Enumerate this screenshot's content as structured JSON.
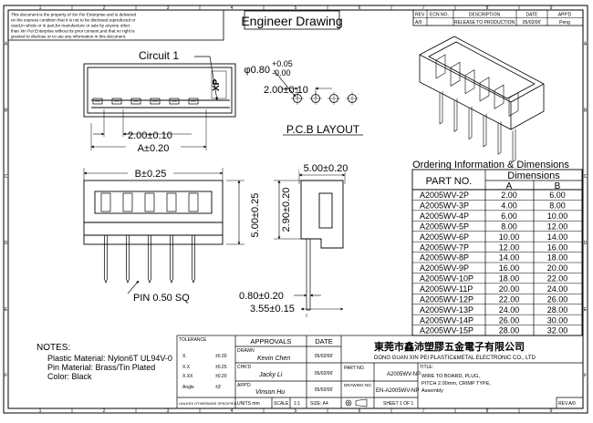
{
  "border": {
    "cols": [
      "1",
      "2",
      "3",
      "4",
      "5",
      "6",
      "7",
      "8",
      "9"
    ],
    "rows": [
      "A",
      "B",
      "C",
      "D",
      "E",
      "F"
    ]
  },
  "disclaimer": [
    "This document is the property of Xin Pei Enterprise and is delivered",
    "on the express condition that it is not to be disclosed,reproduced or",
    "used,in whole or in part,for manufacture or sale by anyone other",
    "than Xin Pei Enterprise without its prior consent,and that no right is",
    "granted to disclose or to use any information in this document."
  ],
  "title": "Engineer Drawing",
  "revision": {
    "headers": [
      "REV",
      "ECN NO.",
      "DESCRIPTION",
      "DATE",
      "APP'D"
    ],
    "rows": [
      [
        "A/0",
        "",
        "RELEASE TO PRODUCTION",
        "05/02/06'",
        "Peng"
      ]
    ]
  },
  "drawing_labels": {
    "circuit": "Circuit 1",
    "pitch_top": "2.00±0.10",
    "a_dim": "A±0.20",
    "hole": "φ0.80",
    "hole_tol_plus": "+0.05",
    "hole_tol_minus": "-0.00",
    "pcb_pitch": "2.00±0.10",
    "pcb_layout": "P.C.B LAYOUT",
    "b_dim": "B±0.25",
    "width_side": "5.00±0.20",
    "height_front": "5.00±0.25",
    "height_side": "2.90±0.20",
    "pin": "PIN 0.50 SQ",
    "side_bottom1": "0.80±0.20",
    "side_bottom2": "3.55±0.15",
    "logo": "XP"
  },
  "ordering": {
    "title": "Ordering Information & Dimensions",
    "part_header": "PART NO.",
    "dim_header": "Dimensions",
    "col_a": "A",
    "col_b": "B",
    "rows": [
      [
        "A2005WV-2P",
        "2.00",
        "6.00"
      ],
      [
        "A2005WV-3P",
        "4.00",
        "8.00"
      ],
      [
        "A2005WV-4P",
        "6.00",
        "10.00"
      ],
      [
        "A2005WV-5P",
        "8.00",
        "12.00"
      ],
      [
        "A2005WV-6P",
        "10.00",
        "14.00"
      ],
      [
        "A2005WV-7P",
        "12.00",
        "16.00"
      ],
      [
        "A2005WV-8P",
        "14.00",
        "18.00"
      ],
      [
        "A2005WV-9P",
        "16.00",
        "20.00"
      ],
      [
        "A2005WV-10P",
        "18.00",
        "22.00"
      ],
      [
        "A2005WV-11P",
        "20.00",
        "24.00"
      ],
      [
        "A2005WV-12P",
        "22.00",
        "26.00"
      ],
      [
        "A2005WV-13P",
        "24.00",
        "28.00"
      ],
      [
        "A2005WV-14P",
        "26.00",
        "30.00"
      ],
      [
        "A2005WV-15P",
        "28.00",
        "32.00"
      ]
    ]
  },
  "notes": {
    "heading": "NOTES:",
    "lines": [
      "Plastic Material: Nylon6T UL94V-0",
      "Pin Material: Brass/Tin Plated",
      "Color: Black"
    ]
  },
  "title_block": {
    "tolerance_label": "TOLERANCE",
    "tolerances": [
      [
        "X.",
        "±0.30"
      ],
      [
        "X.X",
        "±0.25"
      ],
      [
        "X.XX",
        "±0.20"
      ],
      [
        "Angle",
        "±3'"
      ]
    ],
    "unless": "UNLESS OTHERWISE SPECIFIED",
    "approvals": "APPROVALS",
    "date": "DATE",
    "drawn_label": "DRAWN",
    "drawn_name": "Kevin Chen",
    "drawn_date": "05/02/06'",
    "chkd_label": "CHK'D",
    "chkd_name": "Jacky Li",
    "chkd_date": "05/02/06'",
    "appd_label": "APP'D",
    "appd_name": "Vinson Hu",
    "appd_date": "05/02/06'",
    "units": "UNITS mm",
    "scale_label": "SCALE",
    "scale": "1:1",
    "size": "SIZE: A4",
    "company_cn": "東莞市鑫沛塑膠五金電子有限公司",
    "company_en": "DONG GUAN XIN PEI PLASTIC&METAL ELECTRONIC CO., LTD",
    "part_no_label": "PART NO.",
    "part_no": "A2005WV-NP",
    "drawing_no_label": "DRAWING NO.",
    "drawing_no": "EN-A2005WV-NP",
    "title_label": "TITLE:",
    "title_lines": [
      "WIRE TO BOARD, PLUG,",
      "PITCH 2.00mm, CRIMP TYPE,",
      "Assembly"
    ],
    "sheet": "SHEET   1   OF   1",
    "rev": "REV.A/0"
  }
}
